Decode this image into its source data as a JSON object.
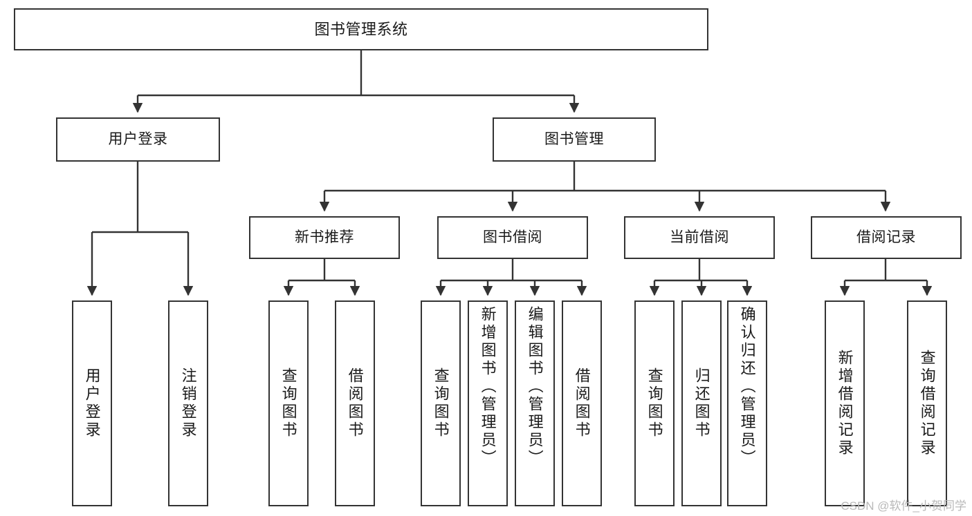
{
  "diagram": {
    "title_node": {
      "label": "图书管理系统"
    },
    "level1": [
      {
        "label": "用户登录"
      },
      {
        "label": "图书管理"
      }
    ],
    "level2": [
      {
        "label": "新书推荐"
      },
      {
        "label": "图书借阅"
      },
      {
        "label": "当前借阅"
      },
      {
        "label": "借阅记录"
      }
    ],
    "leaves": {
      "user_login": [
        {
          "label": "用户登录"
        },
        {
          "label": "注销登录"
        }
      ],
      "new_book": [
        {
          "label": "查询图书"
        },
        {
          "label": "借阅图书"
        }
      ],
      "borrow_book": [
        {
          "label": "查询图书"
        },
        {
          "label": "新增图书（管理员）"
        },
        {
          "label": "编辑图书（管理员）"
        },
        {
          "label": "借阅图书"
        }
      ],
      "current_borrow": [
        {
          "label": "查询图书"
        },
        {
          "label": "归还图书"
        },
        {
          "label": "确认归还（管理员）"
        }
      ],
      "borrow_record": [
        {
          "label": "新增借阅记录"
        },
        {
          "label": "查询借阅记录"
        }
      ]
    }
  },
  "watermark": {
    "text": "CSDN @软件_小贺同学"
  },
  "colors": {
    "stroke": "#333333",
    "box_fill": "#ffffff",
    "text": "#1a1a1a",
    "watermark": "#b9b9b9"
  }
}
